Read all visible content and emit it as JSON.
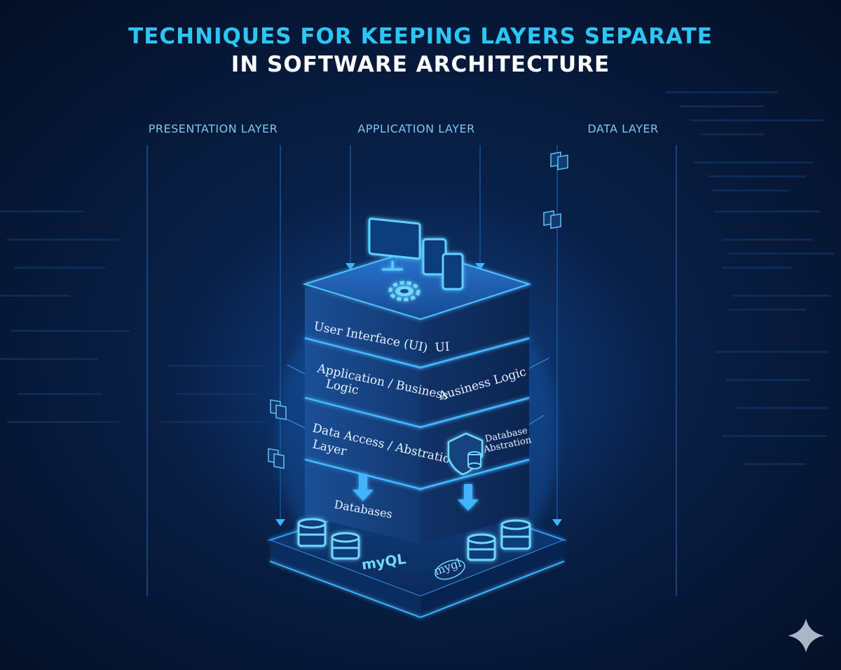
{
  "title": {
    "line1": "TECHNIQUES FOR KEEPING LAYERS SEPARATE",
    "line2": "IN SOFTWARE ARCHITECTURE"
  },
  "columns": [
    {
      "label": "PRESENTATION LAYER"
    },
    {
      "label": "APPLICATION LAYER"
    },
    {
      "label": "DATA LAYER"
    }
  ],
  "stack": {
    "layer1": {
      "left": "User Interface (UI)",
      "right": "UI"
    },
    "layer2": {
      "left_line1": "Application / Business",
      "left_line2": "Logic",
      "right": "Ausiness Logic"
    },
    "layer3": {
      "left_line1": "Data Access / Abstration",
      "left_line2": "Layer",
      "right_line1": "Database",
      "right_line2": "Abstration"
    },
    "layer4": {
      "label": "Databases"
    }
  },
  "platform": {
    "left_label": "myQL",
    "right_label": "mygl"
  },
  "colors": {
    "accent": "#2cc6f5",
    "glow": "#3fa9ff",
    "background": "#061530"
  },
  "icons": {
    "devices": "monitor-tablet-phone-icon",
    "gear": "gear-icon",
    "shield": "shield-database-icon",
    "database": "database-icon",
    "document": "document-icon",
    "sparkle": "sparkle-icon"
  }
}
